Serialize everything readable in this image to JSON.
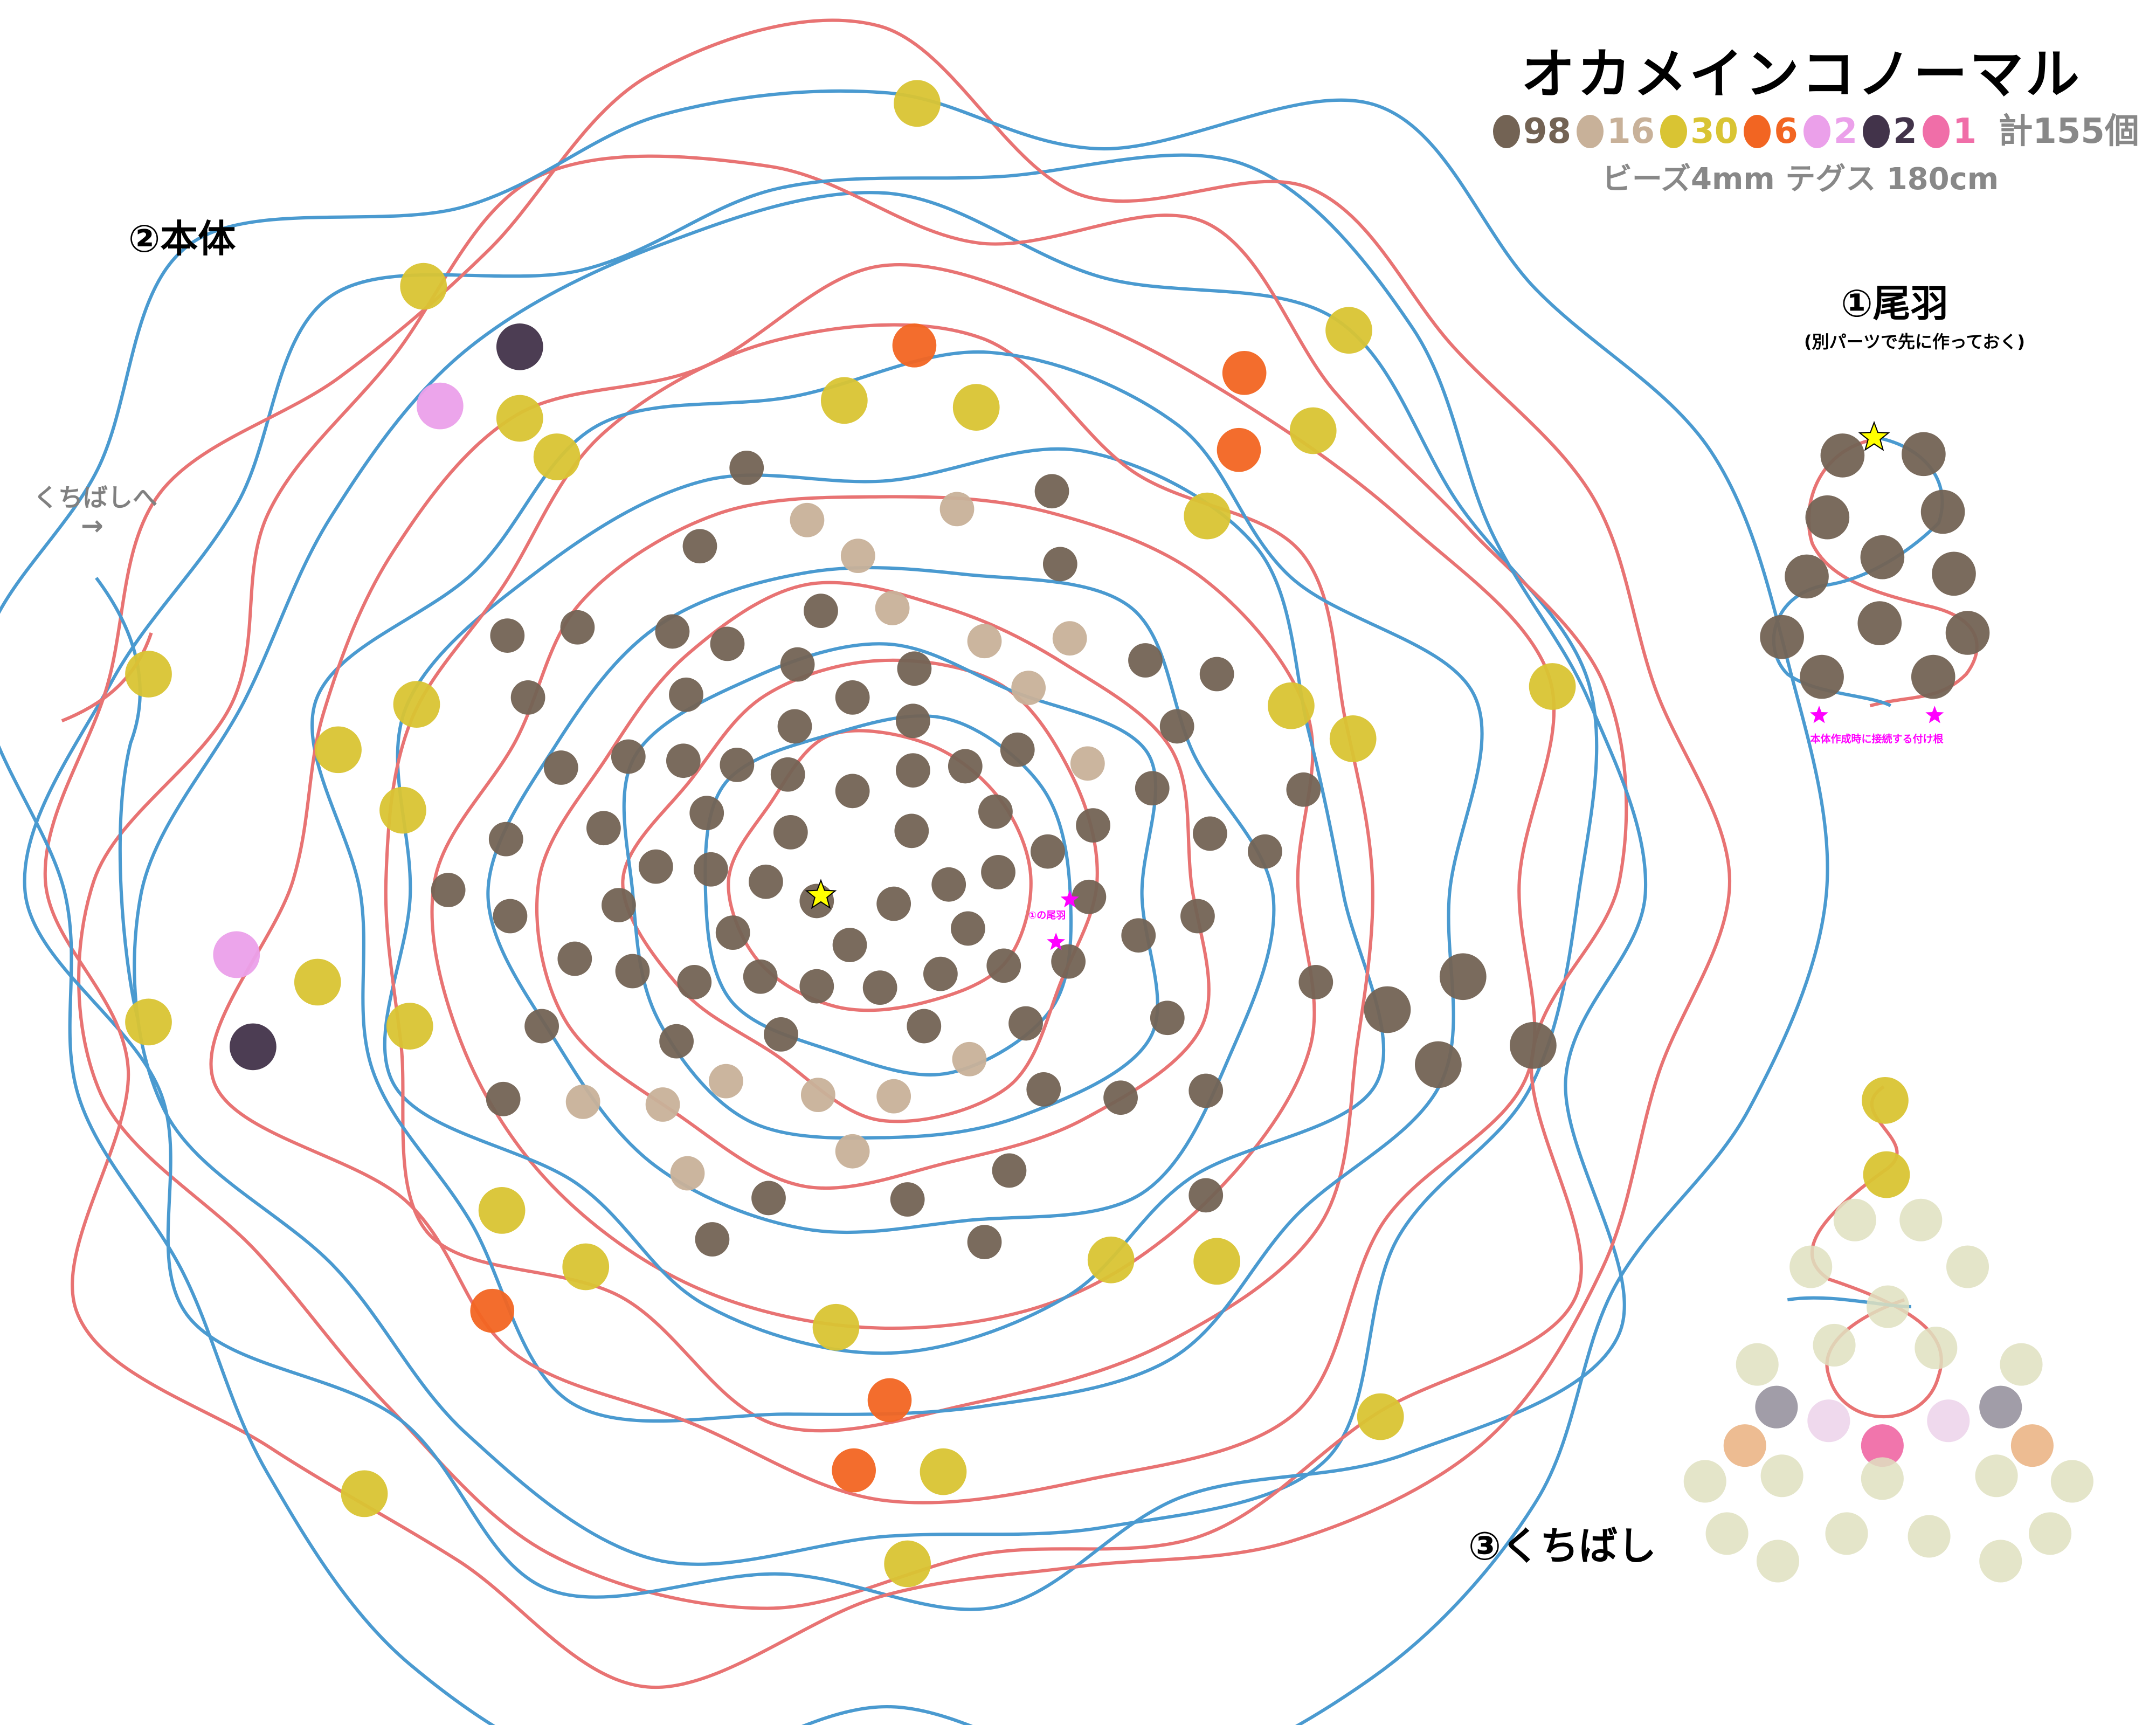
{
  "title": "オカメインコノーマル",
  "legend": [
    {
      "color_name": "brown",
      "hex": "#736354",
      "count": "98"
    },
    {
      "color_name": "tan",
      "hex": "#c8b199",
      "count": "16"
    },
    {
      "color_name": "yellow",
      "hex": "#d9c433",
      "count": "30"
    },
    {
      "color_name": "orange",
      "hex": "#f26522",
      "count": "6"
    },
    {
      "color_name": "lilac",
      "hex": "#eba0ea",
      "count": "2"
    },
    {
      "color_name": "dark-purple",
      "hex": "#42334a",
      "count": "2"
    },
    {
      "color_name": "pink",
      "hex": "#f06ea8",
      "count": "1"
    }
  ],
  "total": "計155個",
  "spec": "ビーズ4mm テグス 180cm",
  "sections": {
    "body": "②本体",
    "tail": "①尾羽",
    "tail_sub": "(別パーツで先に作っておく)",
    "beak": "③くちばし"
  },
  "annotations": {
    "to_beak": "くちばしへ",
    "to_beak_arrow": "→",
    "tail_mark": "①の尾羽",
    "tail_note": "本体作成時に接続する付け根"
  },
  "thread_colors": {
    "red": "#e87373",
    "blue": "#4a9ad0"
  },
  "beak_colors": {
    "pale": "#dfe0c0",
    "grey": "#918c99",
    "peach": "#eab07f",
    "pale_lilac": "#ecd2ea"
  },
  "star_colors": {
    "start": "#ffff00",
    "attach": "#ff00ff"
  }
}
